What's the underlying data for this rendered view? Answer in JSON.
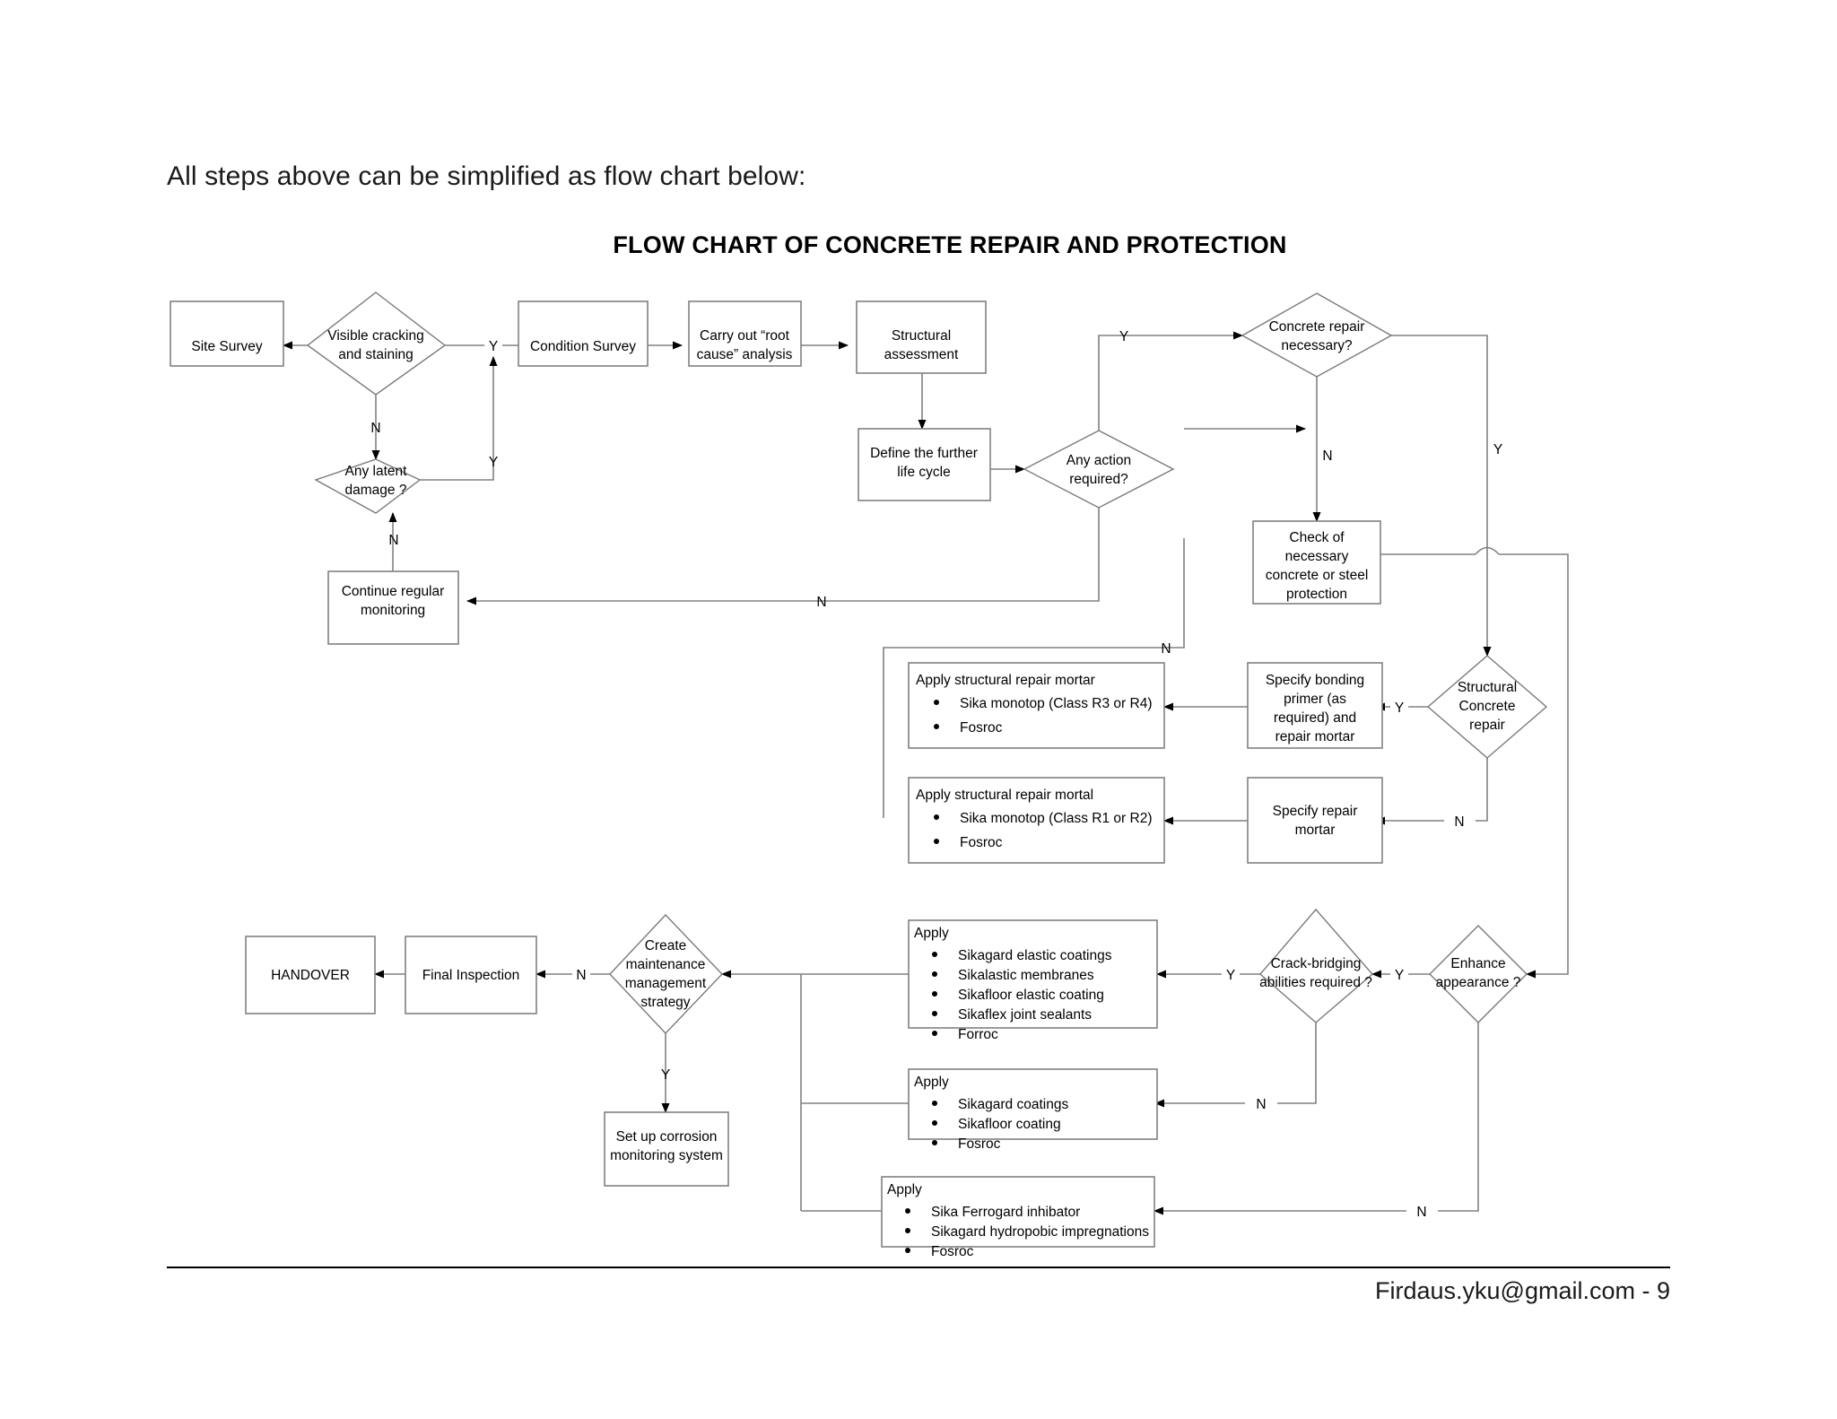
{
  "page": {
    "intro_text": "All steps above can be simplified as flow chart below:",
    "chart_title": "FLOW CHART OF CONCRETE REPAIR AND PROTECTION",
    "footer_text": "Firdaus.yku@gmail.com - 9"
  },
  "colors": {
    "background": "#ffffff",
    "node_stroke": "#808080",
    "connector": "#808080",
    "text": "#000000",
    "footer_rule": "#000000"
  },
  "chart_data": {
    "type": "diagram",
    "title": "FLOW CHART OF CONCRETE REPAIR AND PROTECTION",
    "nodes": [
      {
        "id": "site_survey",
        "shape": "process",
        "label": "Site Survey"
      },
      {
        "id": "visible_cracking",
        "shape": "decision",
        "label": "Visible cracking and staining",
        "lines": [
          "Visible cracking",
          "and staining"
        ]
      },
      {
        "id": "condition_survey",
        "shape": "process",
        "label": "Condition Survey"
      },
      {
        "id": "root_cause",
        "shape": "process",
        "label": "Carry out “root cause” analysis",
        "lines": [
          "Carry out “root",
          "cause” analysis"
        ]
      },
      {
        "id": "structural_assess",
        "shape": "process",
        "label": "Structural assessment",
        "lines": [
          "Structural",
          "assessment"
        ]
      },
      {
        "id": "any_latent",
        "shape": "decision",
        "label": "Any latent damage ?",
        "lines": [
          "Any latent",
          "damage ?"
        ]
      },
      {
        "id": "continue_monitor",
        "shape": "process",
        "label": "Continue regular monitoring",
        "lines": [
          "Continue regular",
          "monitoring"
        ]
      },
      {
        "id": "define_life_cycle",
        "shape": "process",
        "label": "Define the further life cycle",
        "lines": [
          "Define the further",
          "life cycle"
        ]
      },
      {
        "id": "any_action",
        "shape": "decision",
        "label": "Any action required?",
        "lines": [
          "Any action",
          "required?"
        ]
      },
      {
        "id": "concrete_repair_nec",
        "shape": "decision",
        "label": "Concrete repair necessary?",
        "lines": [
          "Concrete repair",
          "necessary?"
        ]
      },
      {
        "id": "check_protection",
        "shape": "process",
        "label": "Check of necessary concrete or steel protection",
        "lines": [
          "Check of",
          "necessary",
          "concrete or steel",
          "protection"
        ]
      },
      {
        "id": "struct_conc_repair",
        "shape": "decision",
        "label": "Structural Concrete repair",
        "lines": [
          "Structural",
          "Concrete",
          "repair"
        ]
      },
      {
        "id": "specify_bonding",
        "shape": "process",
        "label": "Specify bonding primer (as required) and repair mortar",
        "lines": [
          "Specify bonding",
          "primer (as",
          "required) and",
          "repair mortar"
        ]
      },
      {
        "id": "specify_repair",
        "shape": "process",
        "label": "Specify repair mortar",
        "lines": [
          "Specify repair",
          "mortar"
        ]
      },
      {
        "id": "apply_mortar_r3r4",
        "shape": "list",
        "heading": "Apply structural repair mortar",
        "items": [
          "Sika monotop (Class R3 or R4)",
          "Fosroc"
        ]
      },
      {
        "id": "apply_mortal_r1r2",
        "shape": "list",
        "heading": "Apply structural repair mortal",
        "items": [
          "Sika monotop (Class R1 or R2)",
          "Fosroc"
        ]
      },
      {
        "id": "enhance_appearance",
        "shape": "decision",
        "label": "Enhance appearance ?",
        "lines": [
          "Enhance",
          "appearance ?"
        ]
      },
      {
        "id": "crack_bridging",
        "shape": "decision",
        "label": "Crack-bridging abilities required ?",
        "lines": [
          "Crack-bridging",
          "abilities required ?"
        ]
      },
      {
        "id": "apply_elastic",
        "shape": "list",
        "heading": "Apply",
        "items": [
          "Sikagard elastic coatings",
          "Sikalastic membranes",
          "Sikafloor elastic coating",
          "Sikaflex joint sealants",
          "Forroc"
        ]
      },
      {
        "id": "apply_coatings",
        "shape": "list",
        "heading": "Apply",
        "items": [
          "Sikagard coatings",
          "Sikafloor coating",
          "Fosroc"
        ]
      },
      {
        "id": "apply_inhibitor",
        "shape": "list",
        "heading": "Apply",
        "items": [
          "Sika Ferrogard inhibator",
          "Sikagard hydropobic impregnations",
          "Fosroc"
        ]
      },
      {
        "id": "create_maintenance",
        "shape": "decision",
        "label": "Create maintenance management strategy",
        "lines": [
          "Create",
          "maintenance",
          "management",
          "strategy"
        ]
      },
      {
        "id": "final_inspection",
        "shape": "process",
        "label": "Final Inspection"
      },
      {
        "id": "handover",
        "shape": "process",
        "label": "HANDOVER"
      },
      {
        "id": "corrosion_monitor",
        "shape": "process",
        "label": "Set up corrosion monitoring system",
        "lines": [
          "Set up corrosion",
          "monitoring system"
        ]
      }
    ],
    "edges": [
      {
        "from": "visible_cracking",
        "to": "site_survey",
        "label": ""
      },
      {
        "from": "visible_cracking",
        "to": "condition_survey",
        "label": "Y"
      },
      {
        "from": "visible_cracking",
        "to": "any_latent",
        "label": "N"
      },
      {
        "from": "any_latent",
        "to": "condition_survey",
        "label": "Y"
      },
      {
        "from": "continue_monitor",
        "to": "any_latent",
        "label": "N"
      },
      {
        "from": "condition_survey",
        "to": "root_cause",
        "label": ""
      },
      {
        "from": "root_cause",
        "to": "structural_assess",
        "label": ""
      },
      {
        "from": "structural_assess",
        "to": "define_life_cycle",
        "label": ""
      },
      {
        "from": "define_life_cycle",
        "to": "any_action",
        "label": ""
      },
      {
        "from": "any_action",
        "to": "concrete_repair_nec",
        "label": "Y"
      },
      {
        "from": "any_action",
        "to": "continue_monitor",
        "label": "N"
      },
      {
        "from": "any_action",
        "to": "apply_mortar_r3r4",
        "label": "N"
      },
      {
        "from": "concrete_repair_nec",
        "to": "check_protection",
        "label": "N"
      },
      {
        "from": "concrete_repair_nec",
        "to": "struct_conc_repair",
        "label": "Y"
      },
      {
        "from": "struct_conc_repair",
        "to": "specify_bonding",
        "label": "Y"
      },
      {
        "from": "struct_conc_repair",
        "to": "specify_repair",
        "label": "N"
      },
      {
        "from": "specify_bonding",
        "to": "apply_mortar_r3r4",
        "label": ""
      },
      {
        "from": "specify_repair",
        "to": "apply_mortal_r1r2",
        "label": ""
      },
      {
        "from": "check_protection",
        "to": "enhance_appearance",
        "label": ""
      },
      {
        "from": "enhance_appearance",
        "to": "crack_bridging",
        "label": "Y"
      },
      {
        "from": "enhance_appearance",
        "to": "apply_inhibitor",
        "label": "N"
      },
      {
        "from": "crack_bridging",
        "to": "apply_elastic",
        "label": "Y"
      },
      {
        "from": "crack_bridging",
        "to": "apply_coatings",
        "label": "N"
      },
      {
        "from": "apply_elastic",
        "to": "create_maintenance",
        "label": ""
      },
      {
        "from": "apply_coatings",
        "to": "create_maintenance",
        "label": ""
      },
      {
        "from": "apply_inhibitor",
        "to": "create_maintenance",
        "label": ""
      },
      {
        "from": "create_maintenance",
        "to": "final_inspection",
        "label": "N"
      },
      {
        "from": "create_maintenance",
        "to": "corrosion_monitor",
        "label": "Y"
      },
      {
        "from": "final_inspection",
        "to": "handover",
        "label": ""
      }
    ],
    "edge_labels": [
      "Y",
      "N"
    ]
  }
}
